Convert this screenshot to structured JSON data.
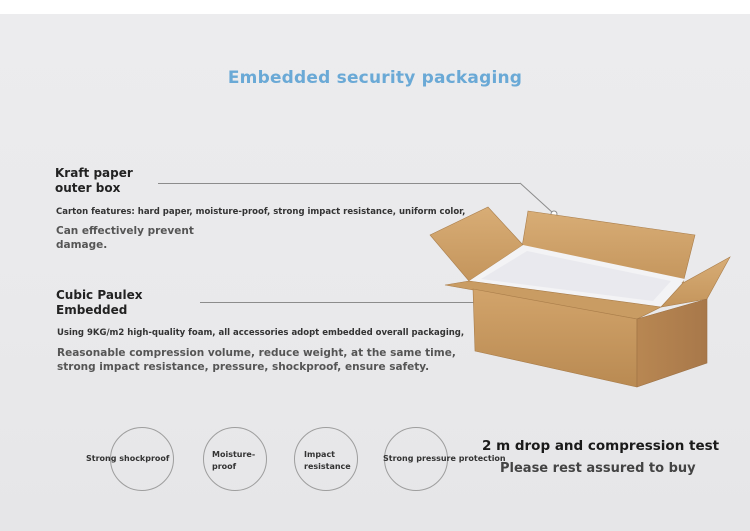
{
  "title": "Embedded security packaging",
  "kraft": {
    "heading_line1": "Kraft paper",
    "heading_line2": "outer box",
    "features": "Carton features: hard paper, moisture-proof, strong impact resistance, uniform color,",
    "benefit_line1": "Can effectively prevent",
    "benefit_line2": "damage."
  },
  "foam": {
    "heading_line1": "Cubic Paulex",
    "heading_line2": "Embedded",
    "features": "Using 9KG/m2 high-quality foam, all accessories adopt embedded overall packaging,",
    "benefit_line1": "Reasonable compression volume, reduce weight, at the same time,",
    "benefit_line2": "strong impact resistance, pressure, shockproof, ensure safety."
  },
  "features": [
    {
      "line1": "Strong shockproof",
      "line2": ""
    },
    {
      "line1": "Moisture-",
      "line2": "proof"
    },
    {
      "line1": "Impact",
      "line2": "resistance"
    },
    {
      "line1": "Strong pressure protection",
      "line2": ""
    }
  ],
  "test": {
    "drop": "2 m drop and compression test",
    "assure": "Please rest assured to buy"
  },
  "colors": {
    "title": "#6aa9d6",
    "cardboard": "#c9995f",
    "foam": "#f2f2f4"
  },
  "icons": [
    "cardboard-box-icon"
  ]
}
